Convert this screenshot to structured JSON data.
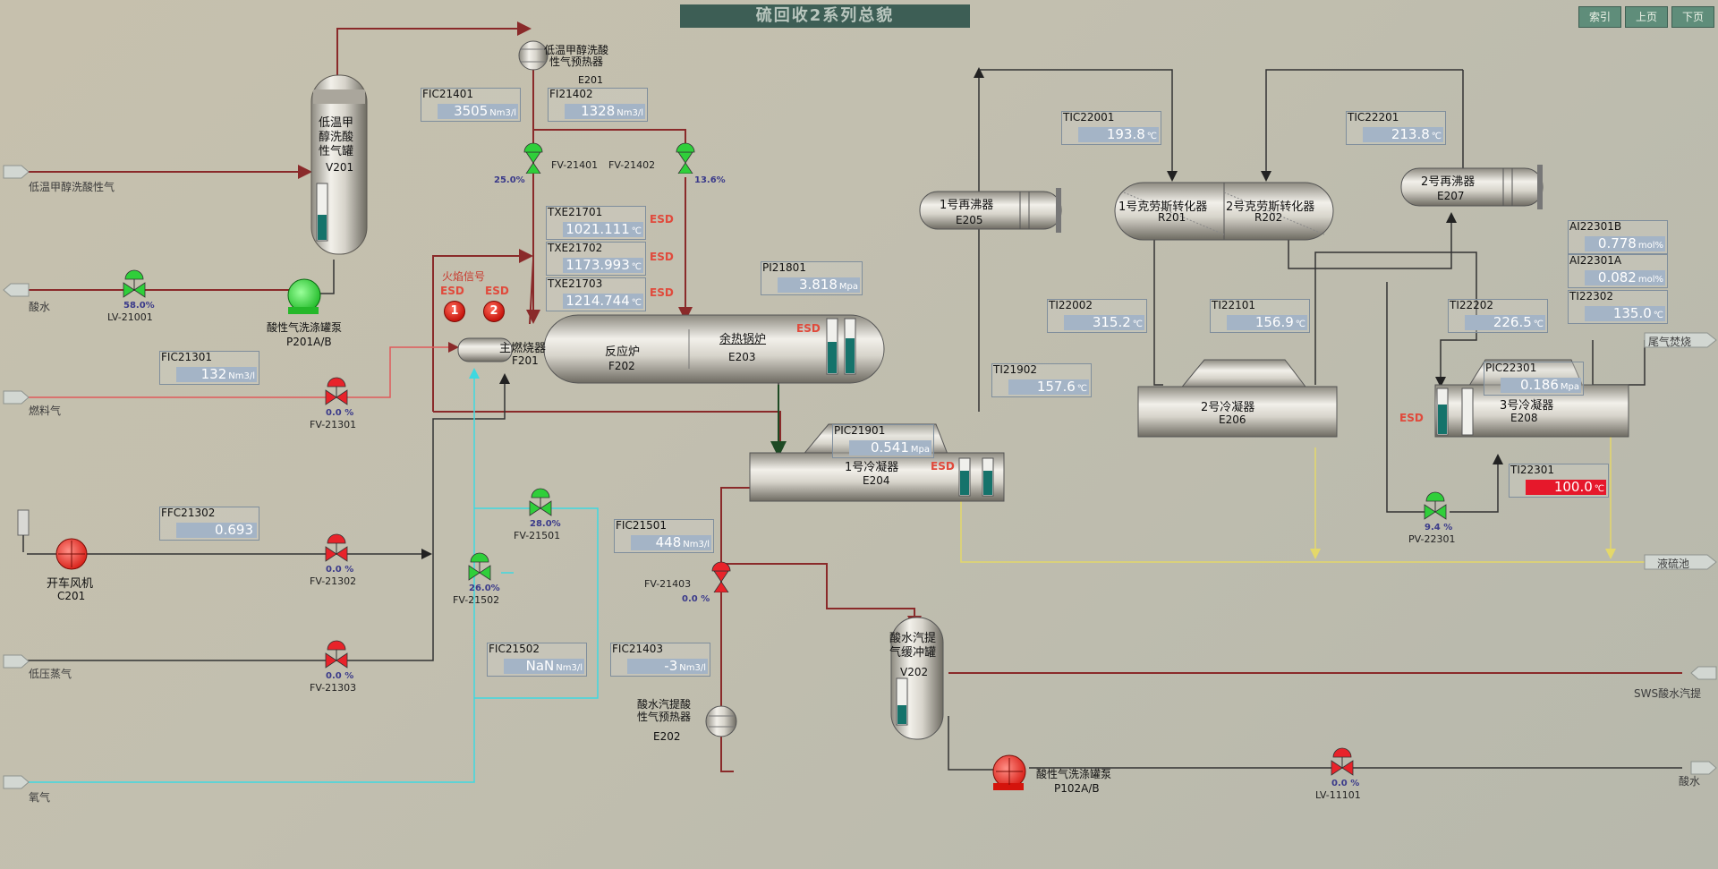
{
  "header": {
    "title": "硫回收2系列总貌",
    "nav": [
      "索引",
      "上页",
      "下页"
    ]
  },
  "streams": {
    "in_rectisol": "低温甲醇洗酸性气",
    "out_sour_water": "酸水",
    "in_fuel": "燃料气",
    "in_lp_steam": "低压蒸气",
    "in_oxygen": "氧气",
    "out_tail_gas": "尾气焚烧",
    "out_liquid_sulfur": "液硫池",
    "in_sws": "SWS酸水汽提",
    "out_drain": "酸水"
  },
  "equipment": {
    "E201": {
      "name": "低温甲醇洗酸\n性气预热器",
      "tag": "E201"
    },
    "V201": {
      "name": "低温甲\n醇洗酸\n性气罐",
      "tag": "V201"
    },
    "P201": {
      "name": "酸性气洗涤罐泵",
      "tag": "P201A/B"
    },
    "C201": {
      "name": "开车风机",
      "tag": "C201"
    },
    "F201": {
      "name": "主燃烧器",
      "tag": "F201"
    },
    "F202": {
      "name": "反应炉",
      "tag": "F202"
    },
    "E203": {
      "name": "余热锅炉",
      "tag": "E203"
    },
    "E204": {
      "name": "1号冷凝器",
      "tag": "E204"
    },
    "E205": {
      "name": "1号再沸器",
      "tag": "E205"
    },
    "R201": {
      "name": "1号克劳斯转化器",
      "tag": "R201"
    },
    "R202": {
      "name": "2号克劳斯转化器",
      "tag": "R202"
    },
    "E206": {
      "name": "2号冷凝器",
      "tag": "E206"
    },
    "E207": {
      "name": "2号再沸器",
      "tag": "E207"
    },
    "E208": {
      "name": "3号冷凝器",
      "tag": "E208"
    },
    "E202": {
      "name": "酸水汽提酸\n性气预热器",
      "tag": "E202"
    },
    "V202": {
      "name": "酸水汽提\n气缓冲罐",
      "tag": "V202"
    },
    "P102": {
      "name": "酸性气洗涤罐泵",
      "tag": "P102A/B"
    }
  },
  "flame_signal": {
    "label": "火焰信号",
    "esd1": "ESD",
    "esd2": "ESD",
    "led1": "1",
    "led2": "2"
  },
  "esd_label": "ESD",
  "tags": {
    "FIC21401": {
      "name": "FIC21401",
      "value": "3505",
      "unit": "Nm3/l"
    },
    "FI21402": {
      "name": "FI21402",
      "value": "1328",
      "unit": "Nm3/l"
    },
    "TXE21701": {
      "name": "TXE21701",
      "value": "1021.111",
      "unit": "℃"
    },
    "TXE21702": {
      "name": "TXE21702",
      "value": "1173.993",
      "unit": "℃"
    },
    "TXE21703": {
      "name": "TXE21703",
      "value": "1214.744",
      "unit": "℃"
    },
    "PI21801": {
      "name": "PI21801",
      "value": "3.818",
      "unit": "Mpa"
    },
    "FIC21301": {
      "name": "FIC21301",
      "value": "132",
      "unit": "Nm3/l"
    },
    "FFC21302": {
      "name": "FFC21302",
      "value": "0.693",
      "unit": ""
    },
    "FIC21501": {
      "name": "FIC21501",
      "value": "448",
      "unit": "Nm3/l"
    },
    "FIC21502": {
      "name": "FIC21502",
      "value": "NaN",
      "unit": "Nm3/l"
    },
    "FIC21403": {
      "name": "FIC21403",
      "value": "-3",
      "unit": "Nm3/l"
    },
    "PIC21901": {
      "name": "PIC21901",
      "value": "0.541",
      "unit": "Mpa"
    },
    "TI21902": {
      "name": "TI21902",
      "value": "157.6",
      "unit": "℃"
    },
    "TIC22001": {
      "name": "TIC22001",
      "value": "193.8",
      "unit": "℃"
    },
    "TI22002": {
      "name": "TI22002",
      "value": "315.2",
      "unit": "℃"
    },
    "TI22101": {
      "name": "TI22101",
      "value": "156.9",
      "unit": "℃"
    },
    "TIC22201": {
      "name": "TIC22201",
      "value": "213.8",
      "unit": "℃"
    },
    "TI22202": {
      "name": "TI22202",
      "value": "226.5",
      "unit": "℃"
    },
    "AI22301B": {
      "name": "AI22301B",
      "value": "0.778",
      "unit": "mol%"
    },
    "AI22301A": {
      "name": "AI22301A",
      "value": "0.082",
      "unit": "mol%"
    },
    "TI22302": {
      "name": "TI22302",
      "value": "135.0",
      "unit": "℃"
    },
    "PIC22301": {
      "name": "PIC22301",
      "value": "0.186",
      "unit": "Mpa"
    },
    "TI22301": {
      "name": "TI22301",
      "value": "100.0",
      "unit": "℃"
    }
  },
  "valves": {
    "FV21401": {
      "tag": "FV-21401",
      "pct": "25.0%",
      "color": "#2fcf3a"
    },
    "FV21402": {
      "tag": "FV-21402",
      "pct": "13.6%",
      "color": "#2fcf3a"
    },
    "LV21001": {
      "tag": "LV-21001",
      "pct": "58.0%",
      "color": "#2fcf3a"
    },
    "FV21301": {
      "tag": "FV-21301",
      "pct": "0.0 %",
      "color": "#e8232a"
    },
    "FV21302": {
      "tag": "FV-21302",
      "pct": "0.0 %",
      "color": "#e8232a"
    },
    "FV21303": {
      "tag": "FV-21303",
      "pct": "0.0 %",
      "color": "#e8232a"
    },
    "FV21501": {
      "tag": "FV-21501",
      "pct": "28.0%",
      "color": "#2fcf3a"
    },
    "FV21502": {
      "tag": "FV-21502",
      "pct": "26.0%",
      "color": "#2fcf3a"
    },
    "FV21403": {
      "tag": "FV-21403",
      "pct": "0.0 %",
      "color": "#e8232a"
    },
    "PV22301": {
      "tag": "PV-22301",
      "pct": "9.4 %",
      "color": "#2fcf3a"
    },
    "LV11101": {
      "tag": "LV-11101",
      "pct": "0.0 %",
      "color": "#e8232a"
    }
  },
  "levels": {
    "V201": 0.45,
    "E203_a": 0.55,
    "E203_b": 0.6,
    "E204_a": 0.7,
    "E204_b": 0.7,
    "E208_a": 0.75,
    "V202": 0.3
  },
  "colors": {
    "pipe_main": "#8a2a2a",
    "pipe_dark": "#333333",
    "pipe_oxygen": "#3fd8e0",
    "pipe_sulfur": "#e4d86a",
    "pipe_fuel": "#e05a5a",
    "alarm": "#e6182b",
    "value_bg": "#a4b4c6"
  }
}
